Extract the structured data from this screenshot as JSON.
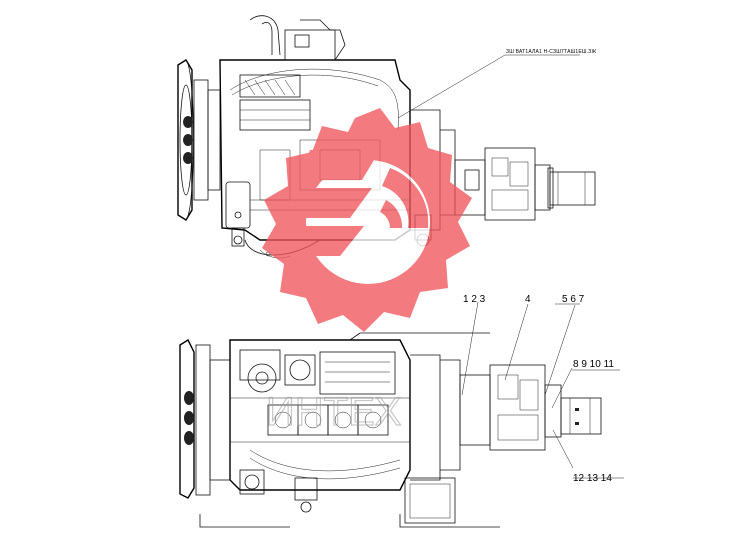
{
  "drawing": {
    "header_note": "ЗШ ВАТ1АЛА1 Н-СЗШ7ТАШ1ЕШ.ЗЖ",
    "callouts": [
      {
        "id": "c1",
        "text": "1 2 3"
      },
      {
        "id": "c2",
        "text": "4"
      },
      {
        "id": "c3",
        "text": "5 6 7"
      },
      {
        "id": "c4",
        "text": "8 9 10 11"
      },
      {
        "id": "c5",
        "text": "12 13 14"
      }
    ]
  },
  "watermark": {
    "text": "ИНТЕХ",
    "color": "#f0555a",
    "logo": "gear-logo"
  },
  "colors": {
    "line": "#111111",
    "background": "#ffffff",
    "watermark": "#f0555a"
  }
}
